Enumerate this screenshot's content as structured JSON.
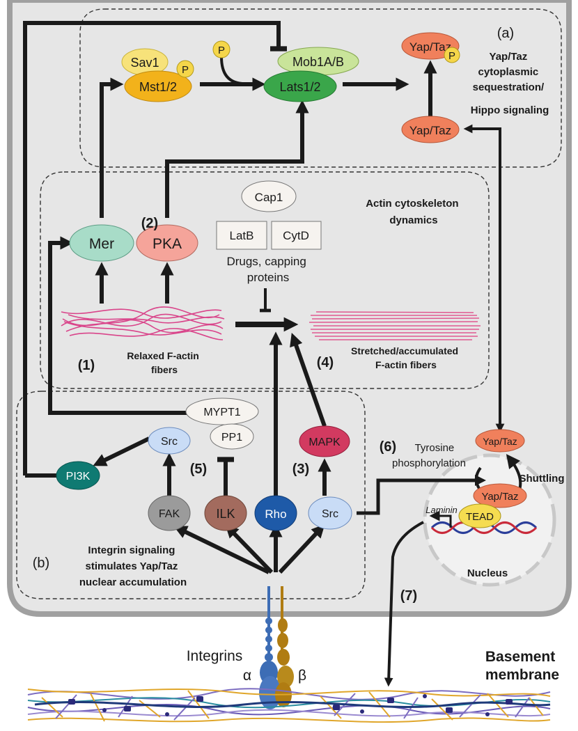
{
  "sections": {
    "a_label": "(a)",
    "a_title": [
      "Yap/Taz",
      "cytoplasmic",
      "sequestration/",
      "Hippo signaling"
    ],
    "actin_title": [
      "Actin cytoskeleton",
      "dynamics"
    ],
    "b_label": "(b)",
    "b_title": [
      "Integrin signaling",
      "stimulates Yap/Taz",
      "nuclear accumulation"
    ]
  },
  "nodes": {
    "sav1": "Sav1",
    "mst": "Mst1/2",
    "phospho": "P",
    "mob": "Mob1A/B",
    "lats": "Lats1/2",
    "yaptaz_p": "Yap/Taz",
    "yaptaz_cyto": "Yap/Taz",
    "cap1": "Cap1",
    "latb": "LatB",
    "cytd": "CytD",
    "drugs": [
      "Drugs, capping",
      "proteins"
    ],
    "mer": "Mer",
    "pka": "PKA",
    "relaxed": [
      "Relaxed F-actin",
      "fibers"
    ],
    "stretched": [
      "Stretched/accumulated",
      "F-actin fibers"
    ],
    "mypt1": "MYPT1",
    "pp1": "PP1",
    "src_upper": "Src",
    "mapk": "MAPK",
    "pi3k": "PI3K",
    "fak": "FAK",
    "ilk": "ILK",
    "rho": "Rho",
    "src_lower": "Src",
    "yaptaz_shuttle": "Yap/Taz",
    "tyrosine": [
      "Tyrosine",
      "phosphorylation"
    ],
    "shuttling": "Shuttling",
    "yaptaz_nuc": "Yap/Taz",
    "tead": "TEAD",
    "laminin": "Laminin",
    "nucleus": "Nucleus",
    "integrins": "Integrins",
    "alpha": "α",
    "beta": "β",
    "basement": [
      "Basement",
      "membrane"
    ]
  },
  "steps": [
    "(1)",
    "(2)",
    "(3)",
    "(4)",
    "(5)",
    "(6)",
    "(7)"
  ],
  "colors": {
    "cell_fill": "#e6e6e6",
    "cell_border": "#9a9a9a",
    "sav1": "#f7e27a",
    "mst": "#f2b21b",
    "phospho": "#f5d64a",
    "mob": "#c9e49a",
    "lats": "#3aa64a",
    "yaptaz": "#f0805c",
    "mer": "#a8dcc8",
    "pka": "#f5a49a",
    "src": "#c9dcf6",
    "mapk": "#d23a60",
    "pi3k": "#0f7a72",
    "fak": "#9b9b9b",
    "ilk": "#a36b5e",
    "rho": "#1e5aa8",
    "tead": "#f5dc50",
    "f_actin": "#d9448a",
    "integrin_alpha": "#3d6db5",
    "integrin_beta": "#b07c12"
  }
}
